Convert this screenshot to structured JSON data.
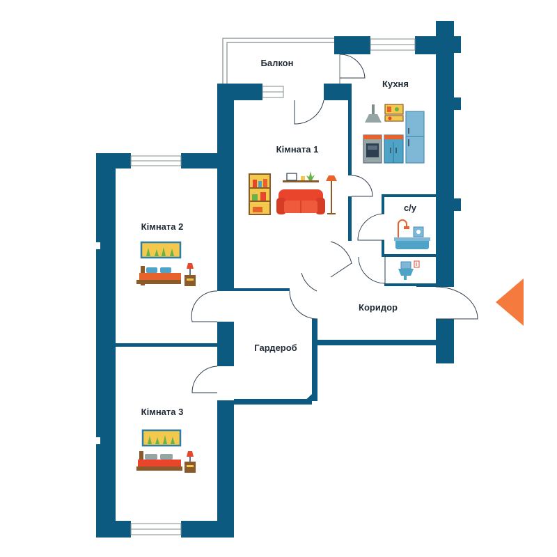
{
  "plan": {
    "rooms": {
      "balcony": "Балкон",
      "kitchen": "Кухня",
      "room1": "Кімната 1",
      "room2": "Кімната 2",
      "room3": "Кімната 3",
      "bathroom": "с/у",
      "corridor": "Коридор",
      "wardrobe": "Гардероб"
    },
    "entrance_icon": "entrance-arrow-icon"
  },
  "colors": {
    "wall": "#0d5a80",
    "inner_wall": "#0d5a80",
    "line": "#2c3e50",
    "accent": "#f47b3d",
    "sofa": "#e8452c",
    "bed": "#e8632c",
    "wood": "#8a5a2b",
    "yellow": "#f2c94c",
    "teal": "#4fa3c7",
    "green": "#6bb04a"
  }
}
